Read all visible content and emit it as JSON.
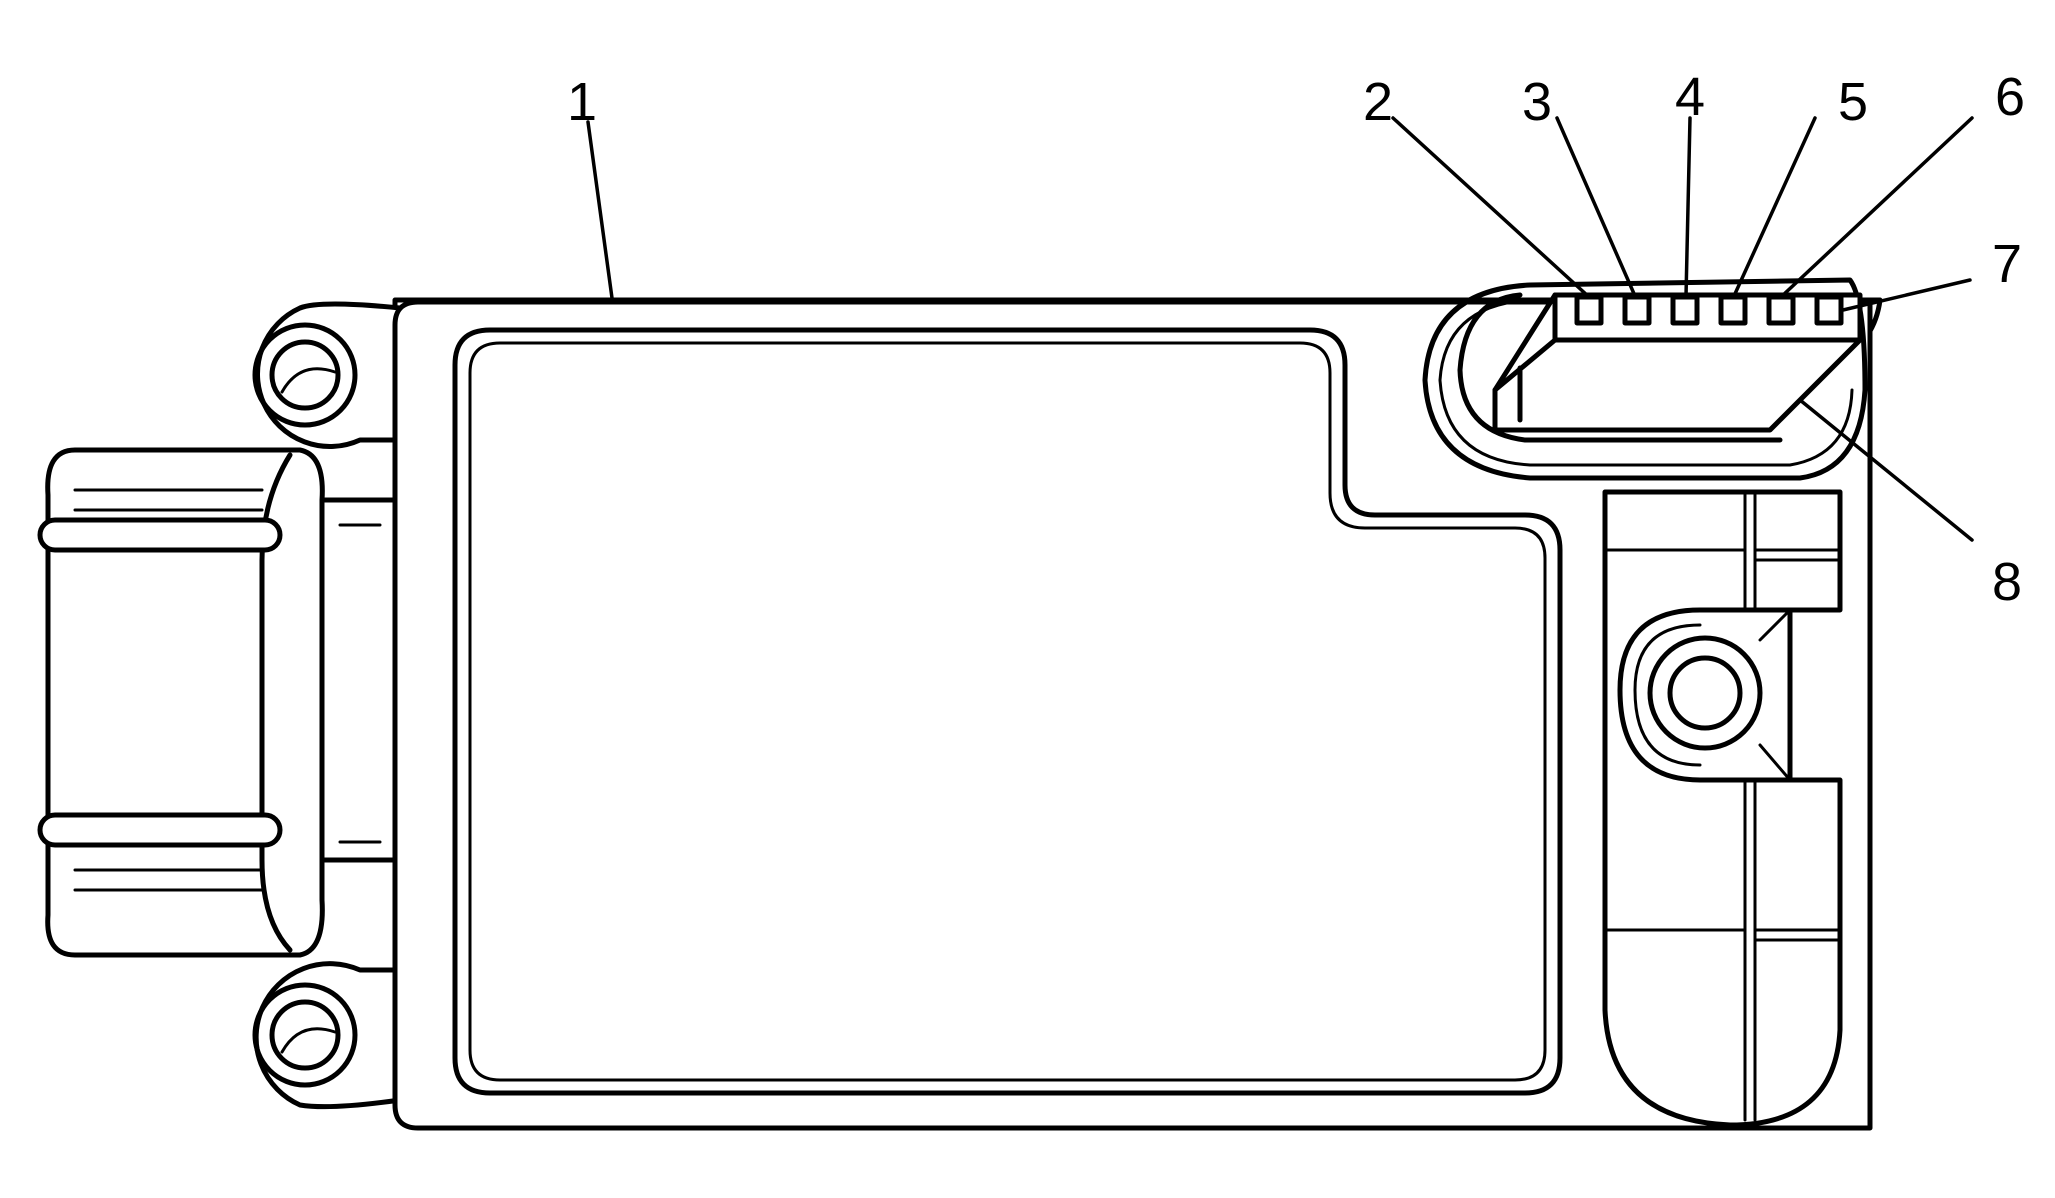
{
  "callouts": [
    {
      "id": "1",
      "text": "1"
    },
    {
      "id": "2",
      "text": "2"
    },
    {
      "id": "3",
      "text": "3"
    },
    {
      "id": "4",
      "text": "4"
    },
    {
      "id": "5",
      "text": "5"
    },
    {
      "id": "6",
      "text": "6"
    },
    {
      "id": "7",
      "text": "7"
    },
    {
      "id": "8",
      "text": "8"
    }
  ],
  "colors": {
    "line": "#000000",
    "background": "#ffffff"
  }
}
